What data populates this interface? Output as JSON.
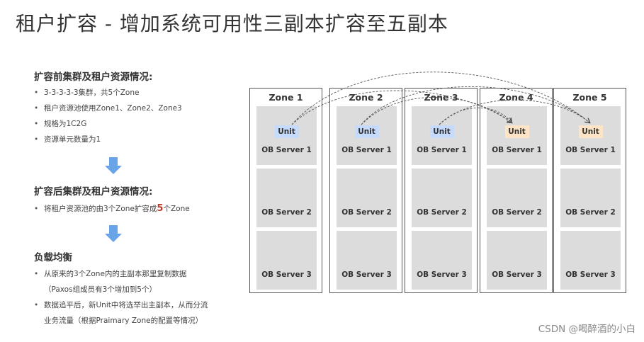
{
  "title": "租户扩容 - 增加系统可用性三副本扩容至五副本",
  "before": {
    "heading": "扩容前集群及租户资源情况:",
    "items": [
      "3-3-3-3-3集群，共5个Zone",
      "租户资源池使用Zone1、Zone2、Zone3",
      "规格为1C2G",
      "资源单元数量为1"
    ]
  },
  "after": {
    "heading": "扩容后集群及租户资源情况:",
    "item_prefix": "将租户资源池的由3个Zone扩容成",
    "item_highlight": "5",
    "item_suffix": "个Zone"
  },
  "balance": {
    "heading": "负载均衡",
    "item1_line1": "从原来的3个Zone内的主副本那里复制数据",
    "item1_line2": "（Paxos组成员有3个增加到5个）",
    "item2_line1": "数据追平后，新Unit中将选举出主副本，从而分流",
    "item2_line2": "业务流量（根据Praimary Zone的配置等情况）"
  },
  "zones": [
    {
      "label": "Zone 1",
      "unit": "Unit",
      "unit_color": "#c6dafc",
      "servers": [
        "OB Server 1",
        "OB Server 2",
        "OB Server 3"
      ]
    },
    {
      "label": "Zone 2",
      "unit": "Unit",
      "unit_color": "#c6dafc",
      "servers": [
        "OB Server 1",
        "OB Server 2",
        "OB Server 3"
      ]
    },
    {
      "label": "Zone 3",
      "unit": "Unit",
      "unit_color": "#c6dafc",
      "servers": [
        "OB Server 1",
        "OB Server 2",
        "OB Server 3"
      ]
    },
    {
      "label": "Zone 4",
      "unit": "Unit",
      "unit_color": "#fde4c6",
      "servers": [
        "OB Server 1",
        "OB Server 2",
        "OB Server 3"
      ]
    },
    {
      "label": "Zone 5",
      "unit": "Unit",
      "unit_color": "#fde4c6",
      "servers": [
        "OB Server 1",
        "OB Server 2",
        "OB Server 3"
      ]
    }
  ],
  "watermark": "CSDN @喝醉酒的小白",
  "colors": {
    "arrow": "#6aa4e8",
    "server_bg": "#dcdcdc",
    "highlight": "#c0392b"
  }
}
